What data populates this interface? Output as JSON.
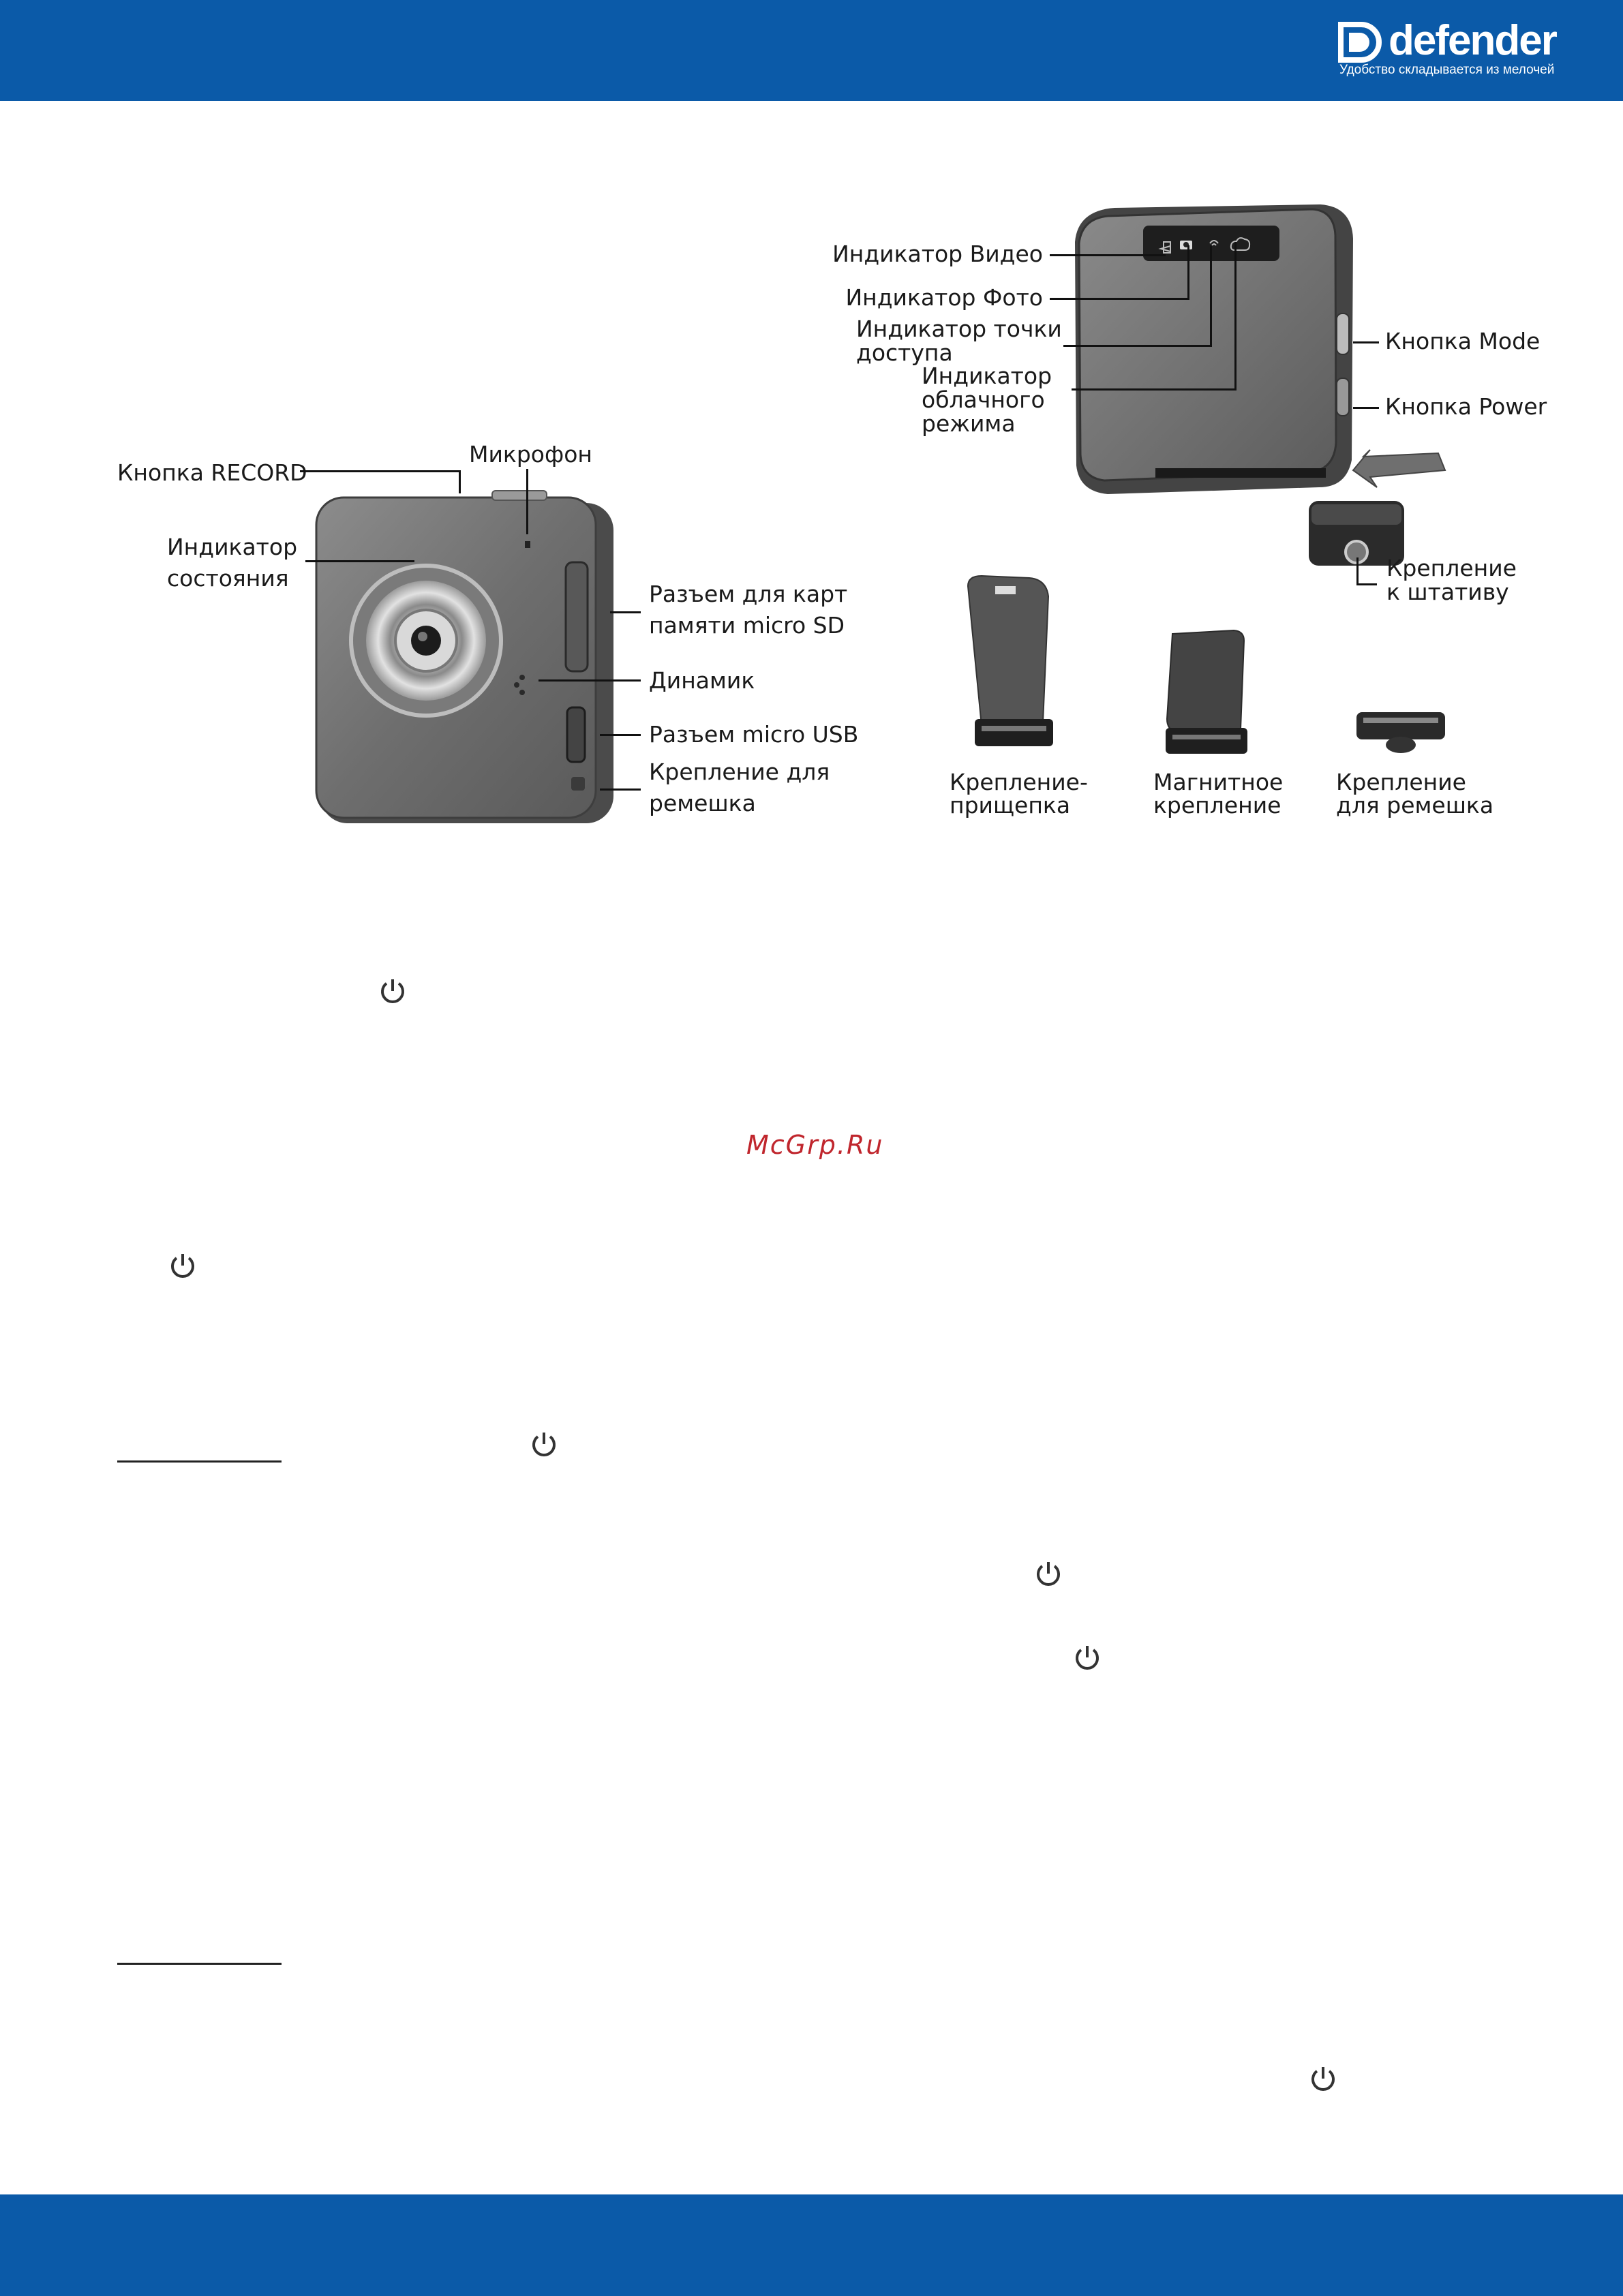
{
  "brand": {
    "name": "defender",
    "tagline": "Удобство складывается из мелочей",
    "color": "#0b5aa8"
  },
  "left_device_labels": {
    "record_button": "Кнопка RECORD",
    "microphone": "Микрофон",
    "status_indicator": [
      "Индикатор",
      "состояния"
    ],
    "sd_slot": [
      "Разъем для карт",
      "памяти micro SD"
    ],
    "speaker": "Динамик",
    "usb_port": "Разъем micro USB",
    "strap_mount": [
      "Крепление для",
      "ремешка"
    ]
  },
  "right_device_labels": {
    "video_indicator": "Индикатор Видео",
    "photo_indicator": "Индикатор Фото",
    "hotspot_indicator": [
      "Индикатор точки",
      "доступа"
    ],
    "cloud_indicator": [
      "Индикатор",
      "облачного",
      "режима"
    ],
    "mode_button": "Кнопка Mode",
    "power_button": "Кнопка Power",
    "tripod_mount": [
      "Крепление",
      "к штативу"
    ]
  },
  "accessories": [
    {
      "line1": "Крепление-",
      "line2": "прищепка"
    },
    {
      "line1": "Магнитное",
      "line2": "крепление"
    },
    {
      "line1": "Крепление",
      "line2": "для ремешка"
    }
  ],
  "watermark": "McGrp.Ru",
  "icons": [
    "power-icon"
  ]
}
